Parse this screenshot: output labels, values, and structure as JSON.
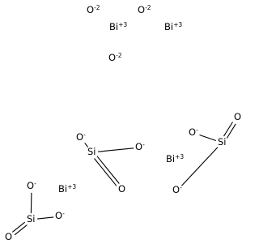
{
  "structure": {
    "ions": [
      {
        "id": "o1",
        "symbol": "O",
        "charge": "-2"
      },
      {
        "id": "o2",
        "symbol": "O",
        "charge": "-2"
      },
      {
        "id": "o3",
        "symbol": "O",
        "charge": "-2"
      },
      {
        "id": "bi1",
        "symbol": "Bi",
        "charge": "+3"
      },
      {
        "id": "bi2",
        "symbol": "Bi",
        "charge": "+3"
      },
      {
        "id": "bi3",
        "symbol": "Bi",
        "charge": "+3"
      },
      {
        "id": "bi4",
        "symbol": "Bi",
        "charge": "+3"
      }
    ],
    "silicates": [
      {
        "id": "s1",
        "atoms": [
          {
            "id": "si",
            "symbol": "Si",
            "charge": ""
          },
          {
            "id": "oa",
            "symbol": "O",
            "charge": "-"
          },
          {
            "id": "ob",
            "symbol": "O",
            "charge": "-"
          },
          {
            "id": "oc",
            "symbol": "O",
            "charge": ""
          }
        ],
        "bonds": [
          {
            "from": "si",
            "to": "oa",
            "order": 1
          },
          {
            "from": "si",
            "to": "ob",
            "order": 1
          },
          {
            "from": "si",
            "to": "oc",
            "order": 2
          }
        ]
      },
      {
        "id": "s2",
        "atoms": [
          {
            "id": "si",
            "symbol": "Si",
            "charge": ""
          },
          {
            "id": "oa",
            "symbol": "O",
            "charge": "-"
          },
          {
            "id": "ob",
            "symbol": "O",
            "charge": "-"
          },
          {
            "id": "oc",
            "symbol": "O",
            "charge": ""
          }
        ],
        "bonds": [
          {
            "from": "si",
            "to": "oa",
            "order": 1
          },
          {
            "from": "si",
            "to": "ob",
            "order": 1
          },
          {
            "from": "si",
            "to": "oc",
            "order": 2
          }
        ]
      },
      {
        "id": "s3",
        "atoms": [
          {
            "id": "si",
            "symbol": "Si",
            "charge": ""
          },
          {
            "id": "oa",
            "symbol": "O",
            "charge": "-"
          },
          {
            "id": "ob",
            "symbol": "O",
            "charge": "-"
          },
          {
            "id": "oc",
            "symbol": "O",
            "charge": ""
          }
        ],
        "bonds": [
          {
            "from": "si",
            "to": "oa",
            "order": 1
          },
          {
            "from": "si",
            "to": "ob",
            "order": 1
          },
          {
            "from": "si",
            "to": "oc",
            "order": 2
          }
        ]
      }
    ]
  }
}
